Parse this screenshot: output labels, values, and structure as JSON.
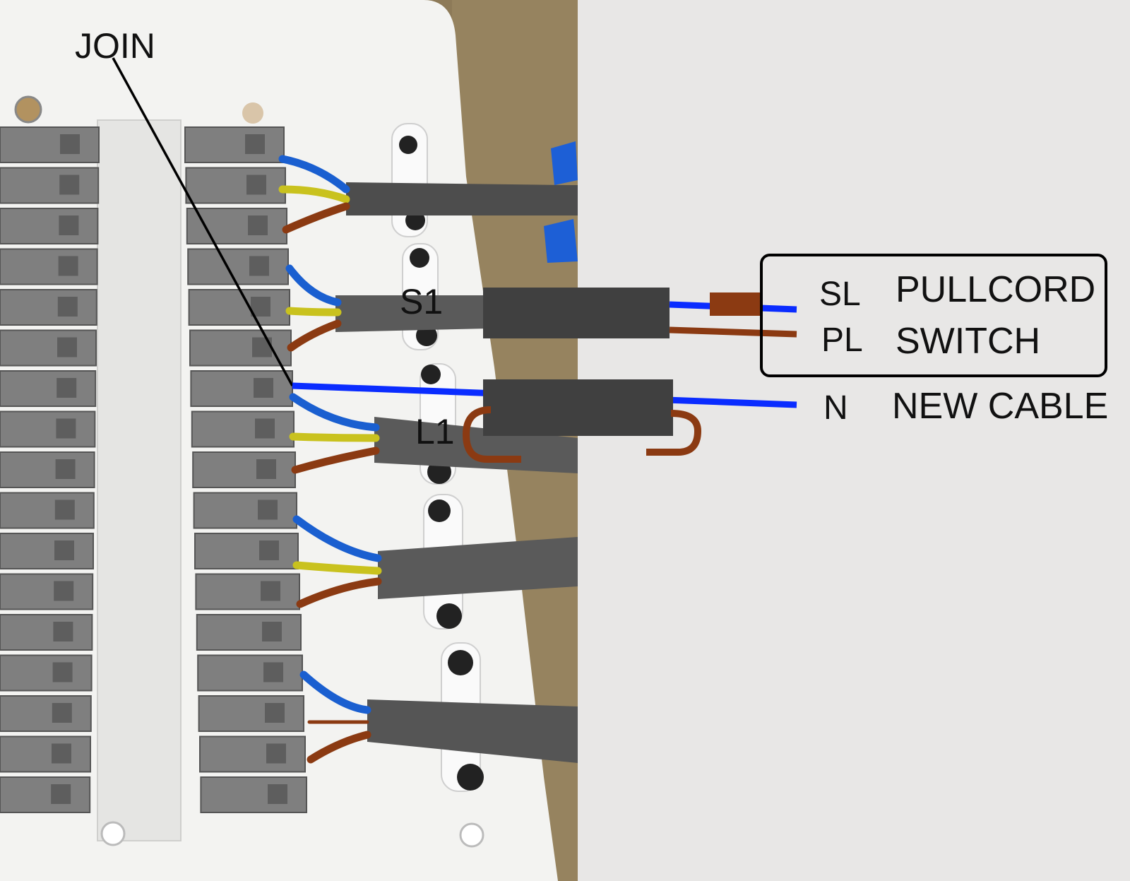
{
  "labels": {
    "join": "JOIN",
    "s1": "S1",
    "l1": "L1",
    "sl": "SL",
    "pl": "PL",
    "n": "N",
    "pullcord": "PULLCORD",
    "switch": "SWITCH",
    "new_cable": "NEW CABLE"
  },
  "colors": {
    "live_brown": "#8b3a12",
    "neutral_blue": "#0a2cff",
    "earth_yellow": "#c9c21e",
    "earth_green": "#3f8a2a",
    "connector_grey": "#808080",
    "cable_sheath": "#404040",
    "background": "#e8e7e6",
    "enclosure_white": "#f3f3f1"
  }
}
